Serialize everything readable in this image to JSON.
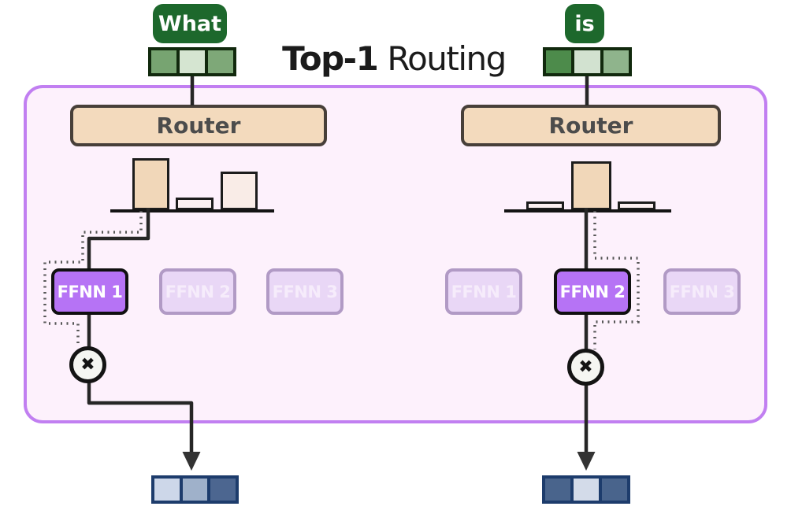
{
  "title": {
    "bold": "Top-1",
    "rest": "Routing"
  },
  "tokens": {
    "left": {
      "word": "What",
      "cells": [
        "#77a471",
        "#d5e5d1",
        "#7ea878"
      ]
    },
    "right": {
      "word": "is",
      "cells": [
        "#4d8b4b",
        "#d2e2d0",
        "#8fb48c"
      ]
    }
  },
  "routers": {
    "left": {
      "label": "Router"
    },
    "right": {
      "label": "Router"
    }
  },
  "charts": {
    "left": {
      "bars": [
        {
          "height": 66,
          "color": "#f1d7b9"
        },
        {
          "height": 16,
          "color": "#fbf0f2"
        },
        {
          "height": 49,
          "color": "#f9ece7"
        }
      ]
    },
    "right": {
      "bars": [
        {
          "height": 11,
          "color": "#fbeff0"
        },
        {
          "height": 62,
          "color": "#f1d7b9"
        },
        {
          "height": 11,
          "color": "#fbeff0"
        }
      ]
    }
  },
  "experts": {
    "left": [
      {
        "label": "FFNN 1",
        "selected": true
      },
      {
        "label": "FFNN 2",
        "selected": false
      },
      {
        "label": "FFNN 3",
        "selected": false
      }
    ],
    "right": [
      {
        "label": "FFNN 1",
        "selected": false
      },
      {
        "label": "FFNN 2",
        "selected": true
      },
      {
        "label": "FFNN 3",
        "selected": false
      }
    ]
  },
  "operators": {
    "multiply": "✖"
  },
  "outputs": {
    "left": {
      "cells": [
        "#cdd7e9",
        "#9fb1ca",
        "#4c6690"
      ]
    },
    "right": {
      "cells": [
        "#49648c",
        "#d3dbe9",
        "#49648c"
      ]
    }
  },
  "colors": {
    "token_green": "#1d682c",
    "embedding_border_green": "#11290d",
    "panel_bg": "#fdf1fc",
    "panel_border": "#c17ff1",
    "router_bg": "#f3dabd",
    "router_border": "#473f39",
    "router_text": "#4c4c4c",
    "expert_selected_bg": "#b673f5",
    "expert_faded_bg": "#e9d7f6",
    "output_border_navy": "#1d3c6c",
    "solid_line": "#262626",
    "dotted_line": "#575757"
  }
}
